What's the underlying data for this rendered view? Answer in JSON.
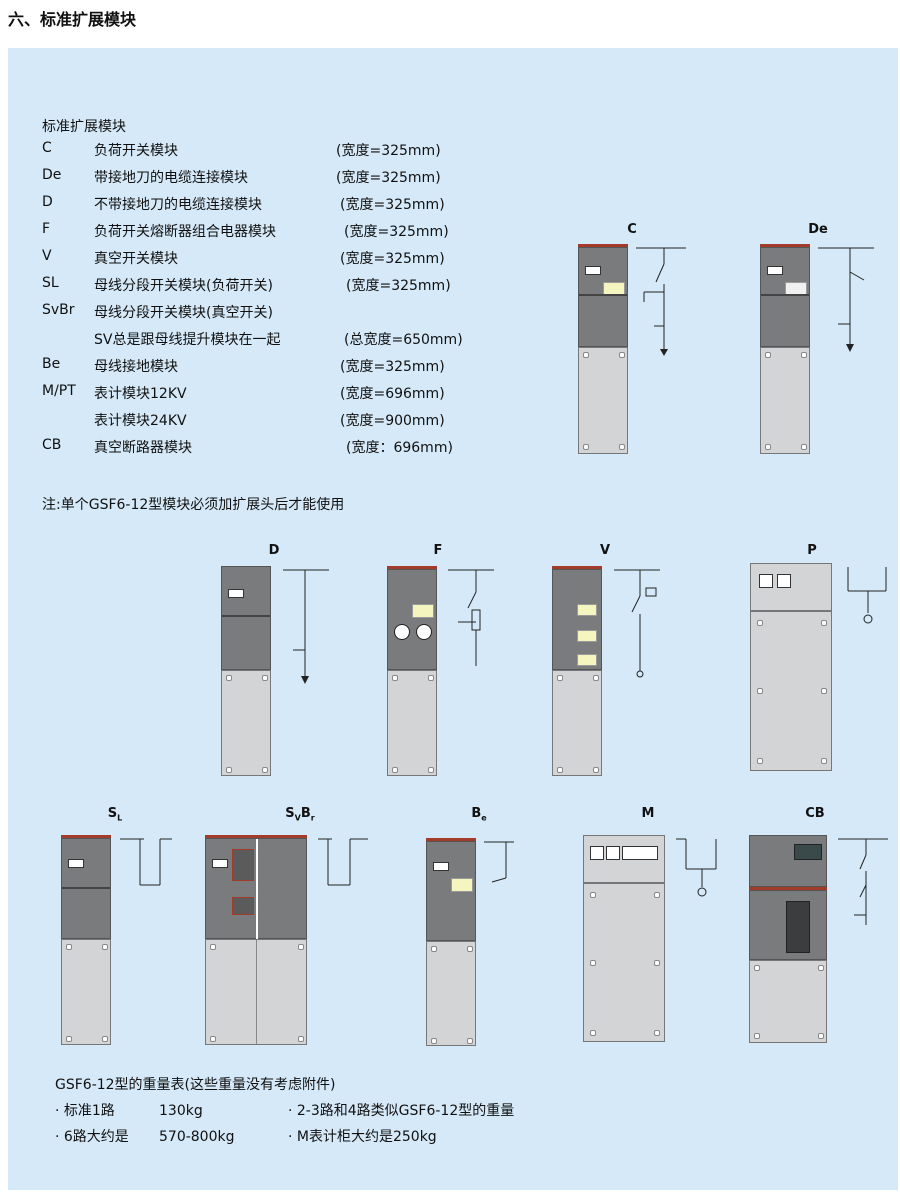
{
  "heading": "六、标准扩展模块",
  "modules_title": "标准扩展模块",
  "modules": [
    {
      "code": "C",
      "name": "负荷开关模块",
      "width": "(宽度=325mm)"
    },
    {
      "code": "De",
      "name": "带接地刀的电缆连接模块",
      "width": "(宽度=325mm)"
    },
    {
      "code": "D",
      "name": "不带接地刀的电缆连接模块",
      "width": "(宽度=325mm)"
    },
    {
      "code": "F",
      "name": "负荷开关熔断器组合电器模块",
      "width": "(宽度=325mm)"
    },
    {
      "code": "V",
      "name": "真空开关模块",
      "width": "(宽度=325mm)"
    },
    {
      "code": "SL",
      "name": "母线分段开关模块(负荷开关)",
      "width": "(宽度=325mm)"
    },
    {
      "code": "SvBr",
      "name": "母线分段开关模块(真空开关)",
      "width": ""
    },
    {
      "code": "",
      "name": "SV总是跟母线提升模块在一起",
      "width": "(总宽度=650mm)"
    },
    {
      "code": "Be",
      "name": "母线接地模块",
      "width": "(宽度=325mm)"
    },
    {
      "code": "M/PT",
      "name": "表计模块12KV",
      "width": "(宽度=696mm)"
    },
    {
      "code": "",
      "name": "表计模块24KV",
      "width": "(宽度=900mm)"
    },
    {
      "code": "CB",
      "name": "真空断路器模块",
      "width": "(宽度：696mm)"
    }
  ],
  "note": "注:单个GSF6-12型模块必须加扩展头后才能使用",
  "labels": {
    "c": "C",
    "de": "De",
    "d": "D",
    "f": "F",
    "v": "V",
    "p": "P",
    "sl_main": "S",
    "sl_sub": "L",
    "svbr_s": "S",
    "svbr_v": "V",
    "svbr_b": "B",
    "svbr_r": "r",
    "be_main": "B",
    "be_sub": "e",
    "m": "M",
    "cb": "CB"
  },
  "weights": {
    "title": "GSF6-12型的重量表(这些重量没有考虑附件)",
    "items": [
      {
        "label": "· 标准1路",
        "value": "130kg"
      },
      {
        "label": "· 2-3路和4路类似GSF6-12型的重量",
        "value": ""
      },
      {
        "label": "· 6路大约是",
        "value": "570-800kg"
      },
      {
        "label": "· M表计柜大约是250kg",
        "value": ""
      }
    ]
  },
  "colors": {
    "panel": "#d5e9f8",
    "cabinet_top": "#7a7b7c",
    "cabinet_bottom": "#d3d4d6",
    "red_bar": "#a33b2a"
  }
}
